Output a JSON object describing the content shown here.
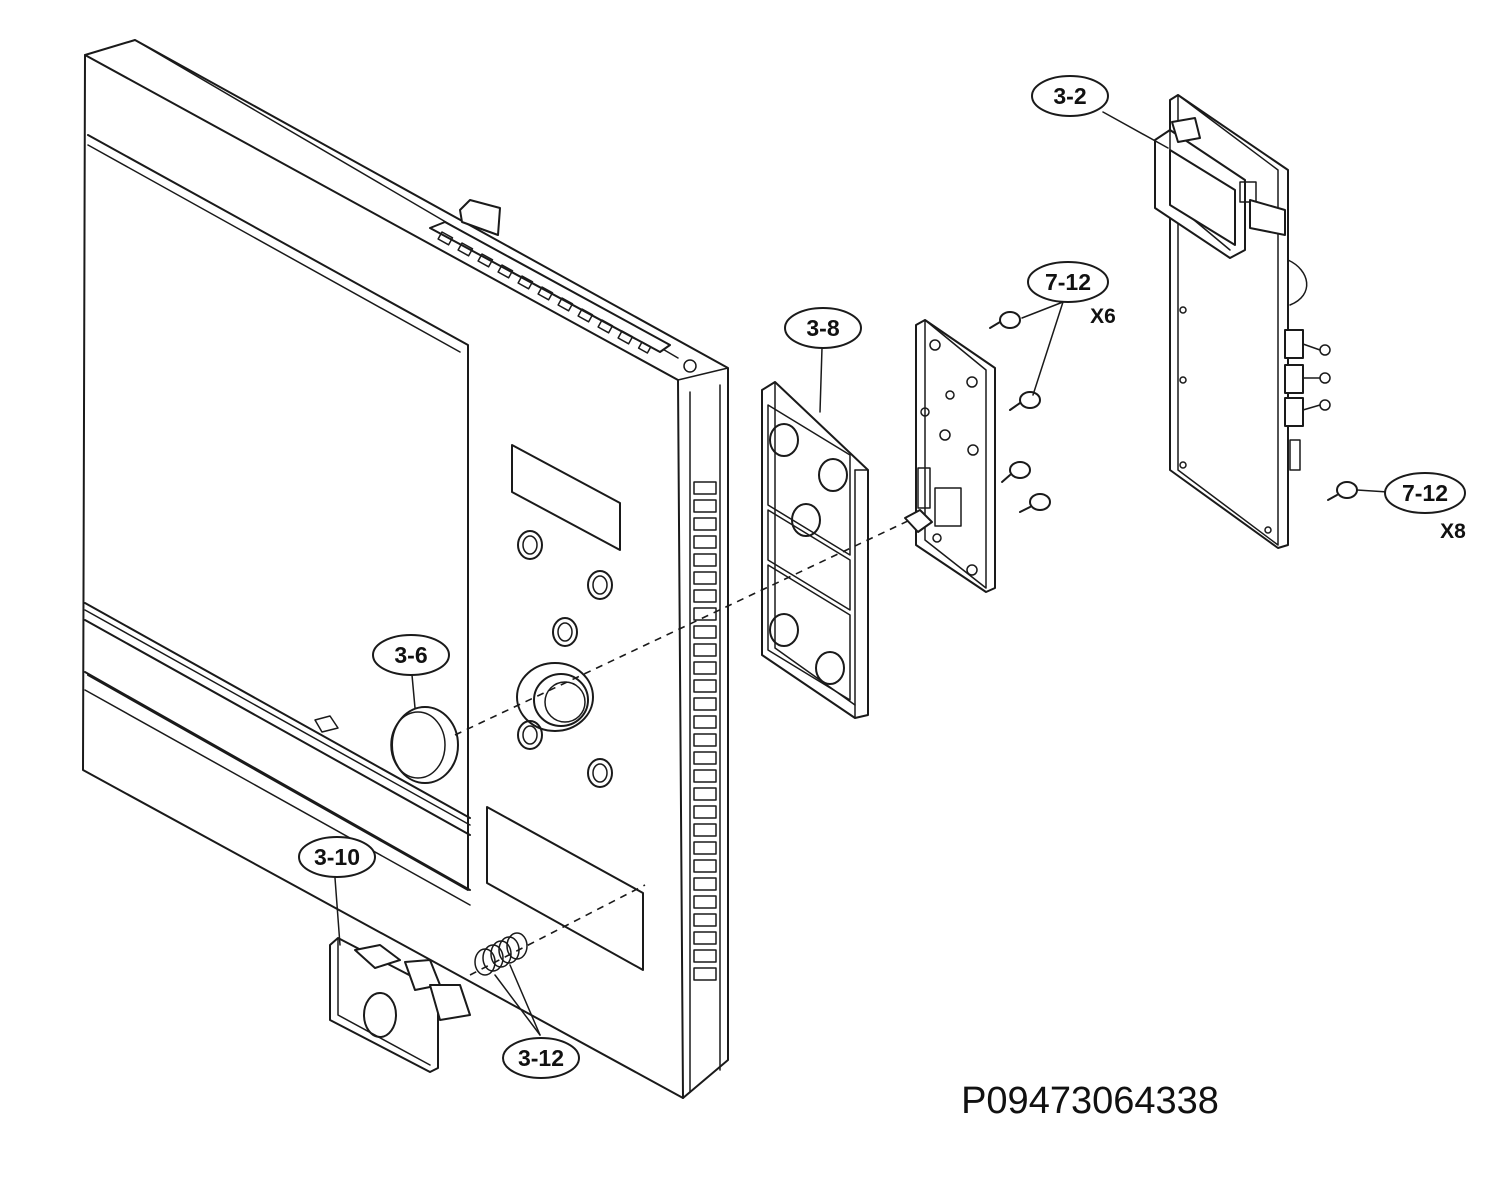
{
  "callouts": {
    "c3_2": "3-2",
    "c3_8": "3-8",
    "c7_12_top": "7-12",
    "c7_12_right": "7-12",
    "c3_6": "3-6",
    "c3_10": "3-10",
    "c3_12": "3-12"
  },
  "quantities": {
    "q_top": "X6",
    "q_right": "X8"
  },
  "drawing_code": "P09473064338"
}
